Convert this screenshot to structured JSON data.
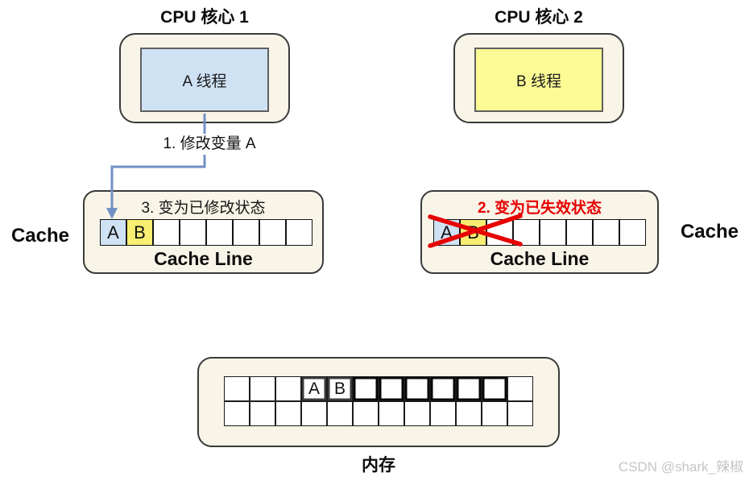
{
  "cpu1": {
    "title": "CPU 核心 1",
    "thread": "A 线程"
  },
  "cpu2": {
    "title": "CPU 核心 2",
    "thread": "B 线程"
  },
  "arrow_label": "1. 修改变量 A",
  "cache_left": {
    "side_label": "Cache",
    "status": "3. 变为已修改状态",
    "line_label": "Cache Line",
    "cells": [
      "A",
      "B",
      "",
      "",
      "",
      "",
      "",
      ""
    ]
  },
  "cache_right": {
    "side_label": "Cache",
    "status": "2. 变为已失效状态",
    "line_label": "Cache Line",
    "cells": [
      "A",
      "B",
      "",
      "",
      "",
      "",
      "",
      ""
    ]
  },
  "memory": {
    "label": "内存",
    "row1": [
      "",
      "",
      "",
      "A",
      "B",
      "",
      "",
      "",
      "",
      "",
      "",
      ""
    ],
    "row2": [
      "",
      "",
      "",
      "",
      "",
      "",
      "",
      "",
      "",
      "",
      "",
      ""
    ]
  },
  "watermark": "CSDN @shark_辣椒",
  "colors": {
    "panel_cream": "#f8f4e8",
    "accent_blue_fill": "#cfe2f4",
    "accent_yellow_fill": "#fbfa95",
    "cell_yellow": "#f8ee72",
    "arrow_blue": "#7190c4",
    "invalid_red": "#e60000"
  }
}
